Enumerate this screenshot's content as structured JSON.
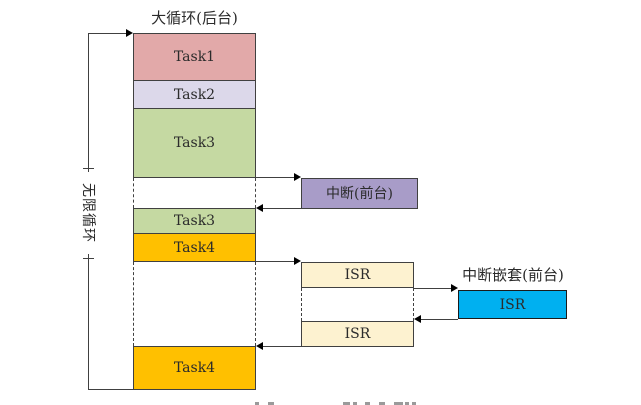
{
  "title": "大循环(后台)",
  "left_loop": {
    "label": "无限循环"
  },
  "background_column": {
    "segments": [
      {
        "label": "Task1",
        "color": "#e2a9a9"
      },
      {
        "label": "Task2",
        "color": "#dcd8ea"
      },
      {
        "label": "Task3",
        "color": "#c5d9a2"
      },
      {
        "label": "Task3",
        "color": "#c5d9a2"
      },
      {
        "label": "Task4",
        "color": "#ffc000"
      },
      {
        "label": "Task4",
        "color": "#ffc000"
      }
    ]
  },
  "foreground": {
    "interrupt_box": {
      "label": "中断(前台)",
      "color": "#a89cc8"
    },
    "isr_boxes": [
      {
        "label": "ISR",
        "color": "#fdf2d0"
      },
      {
        "label": "ISR",
        "color": "#fdf2d0"
      }
    ]
  },
  "nested": {
    "label": "中断嵌套(前台)",
    "isr_box": {
      "label": "ISR",
      "color": "#00b0f0"
    }
  },
  "colors": {
    "line": "#404040",
    "arrow": "#000000"
  }
}
